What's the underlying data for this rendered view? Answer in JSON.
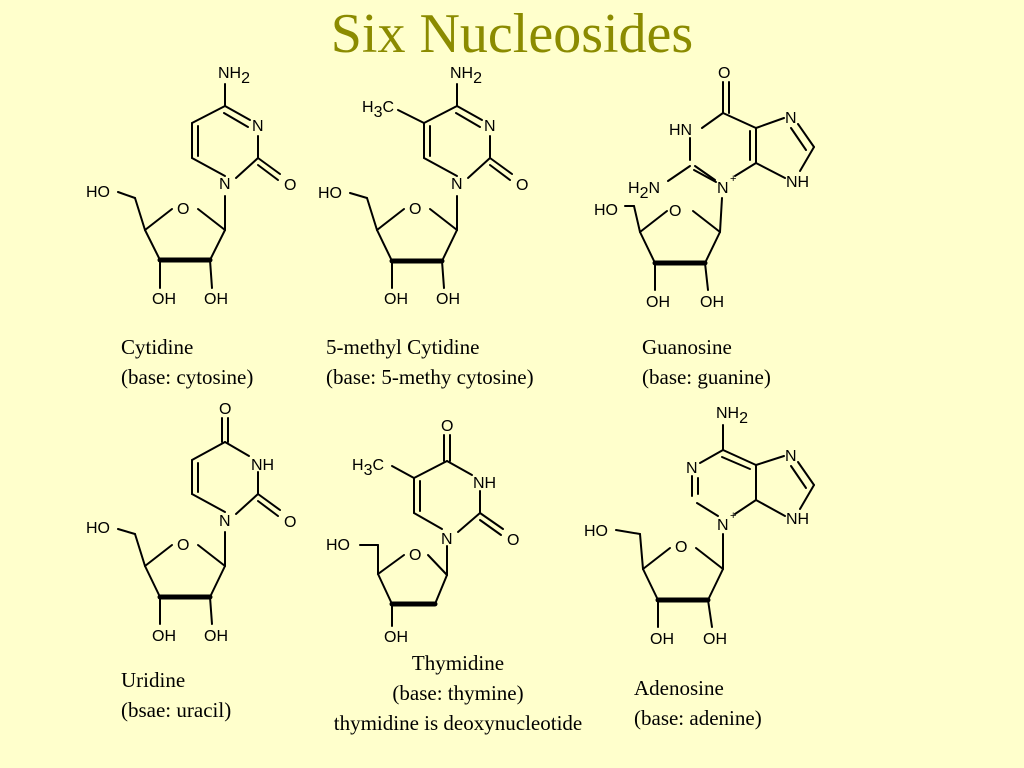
{
  "title": "Six Nucleosides",
  "labels": {
    "nh2": "NH",
    "h2n": "H",
    "h3c": "H",
    "two": "2",
    "three": "3",
    "n": "N",
    "nh": "NH",
    "hn": "HN",
    "o": "O",
    "ho": "HO",
    "oh": "OH",
    "c": "C",
    "plus": "+"
  },
  "nucleosides": [
    {
      "name": "Cytidine",
      "base": "(base: cytosine)"
    },
    {
      "name": "5-methyl Cytidine",
      "base": "(base: 5-methy cytosine)"
    },
    {
      "name": "Guanosine",
      "base": "(base: guanine)"
    },
    {
      "name": "Uridine",
      "base": "(bsae: uracil)"
    },
    {
      "name": "Thymidine",
      "base": "(base: thymine)",
      "note": "thymidine is deoxynucleotide"
    },
    {
      "name": "Adenosine",
      "base": "(base: adenine)"
    }
  ]
}
